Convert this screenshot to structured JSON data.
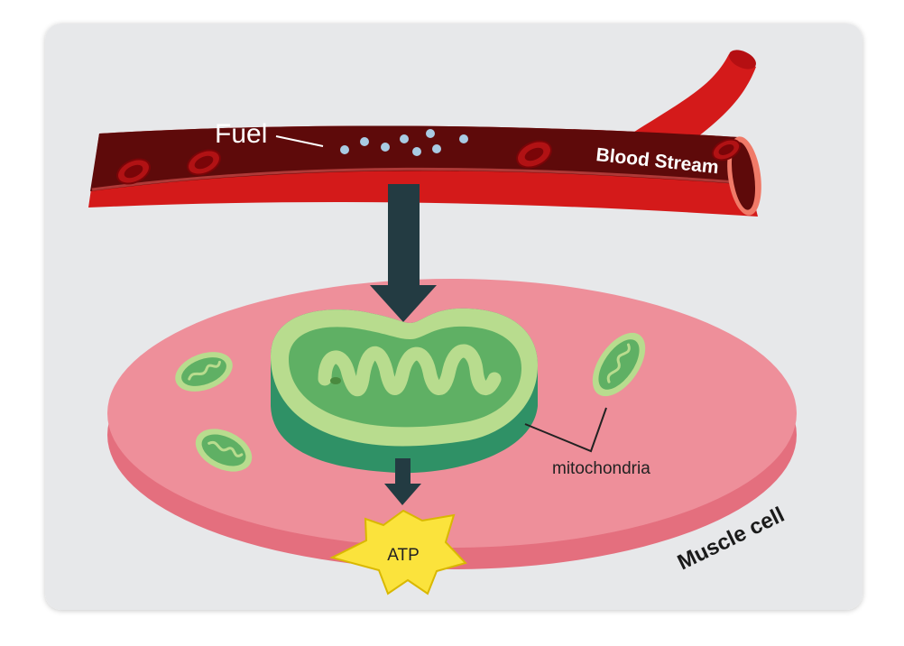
{
  "labels": {
    "fuel": "Fuel",
    "blood_stream": "Blood Stream",
    "mitochondria": "mitochondria",
    "atp": "ATP",
    "muscle_cell": "Muscle cell"
  },
  "colors": {
    "panel": "#e7e8ea",
    "vessel_dark": "#5e0a0a",
    "vessel_red": "#d41a1a",
    "cell_pink": "#ee8f9a",
    "cell_edge": "#e46f7e",
    "mito_light": "#b8dc8e",
    "mito_mid": "#5fb064",
    "mito_dark": "#2f9166",
    "arrow": "#233b42",
    "atp_yellow": "#fbe33c",
    "fuel_dot": "#a9cbe3"
  }
}
